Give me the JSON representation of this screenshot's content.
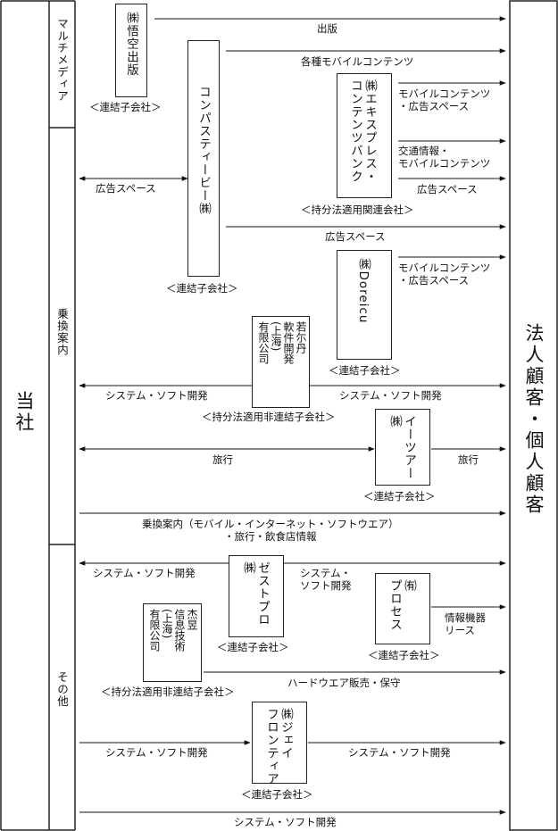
{
  "left_entity": "当社",
  "right_entity": "法人顧客・個人顧客",
  "segments": {
    "multimedia": "マルチメディア",
    "transit": "乗換案内",
    "other": "その他"
  },
  "companies": {
    "goku": "㈱悟空出版",
    "compass": "コンパスティービー㈱",
    "express": "㈱エキスプレス・\nコンテンツバンク",
    "doreicu": "㈱Doreicu",
    "wakanifu": "若尓丹\n軟件開発\n(上海)\n有限公司",
    "iitour": "イーツアー\n㈱",
    "zest": "ゼストプロ\n㈱",
    "jieyu": "杰昱\n信息技術\n(上海)\n有限公司",
    "process": "㈲\nプロセス",
    "jfrontier": "㈱ジェイ\nフロンティア"
  },
  "relations": {
    "consolidated": "＜連結子会社＞",
    "equity_affiliate": "＜持分法適用関連会社＞",
    "equity_nonconsolidated": "＜持分法適用非連結子会社＞"
  },
  "flows": {
    "publishing": "出版",
    "mobile_contents": "各種モバイルコンテンツ",
    "mobile_ad_space": "モバイルコンテンツ\n・広告スペース",
    "traffic_info": "交通情報・\nモバイルコンテンツ",
    "ad_space": "広告スペース",
    "system_software": "システム・ソフト開発",
    "system_software_split": "システム・\nソフト開発",
    "travel": "旅行",
    "transit_service": "乗換案内（モバイル・インターネット・ソフトウエア）\n・旅行・飲食店情報",
    "info_lease": "情報機器\nリース",
    "hardware_sales": "ハードウエア販売・保守"
  }
}
